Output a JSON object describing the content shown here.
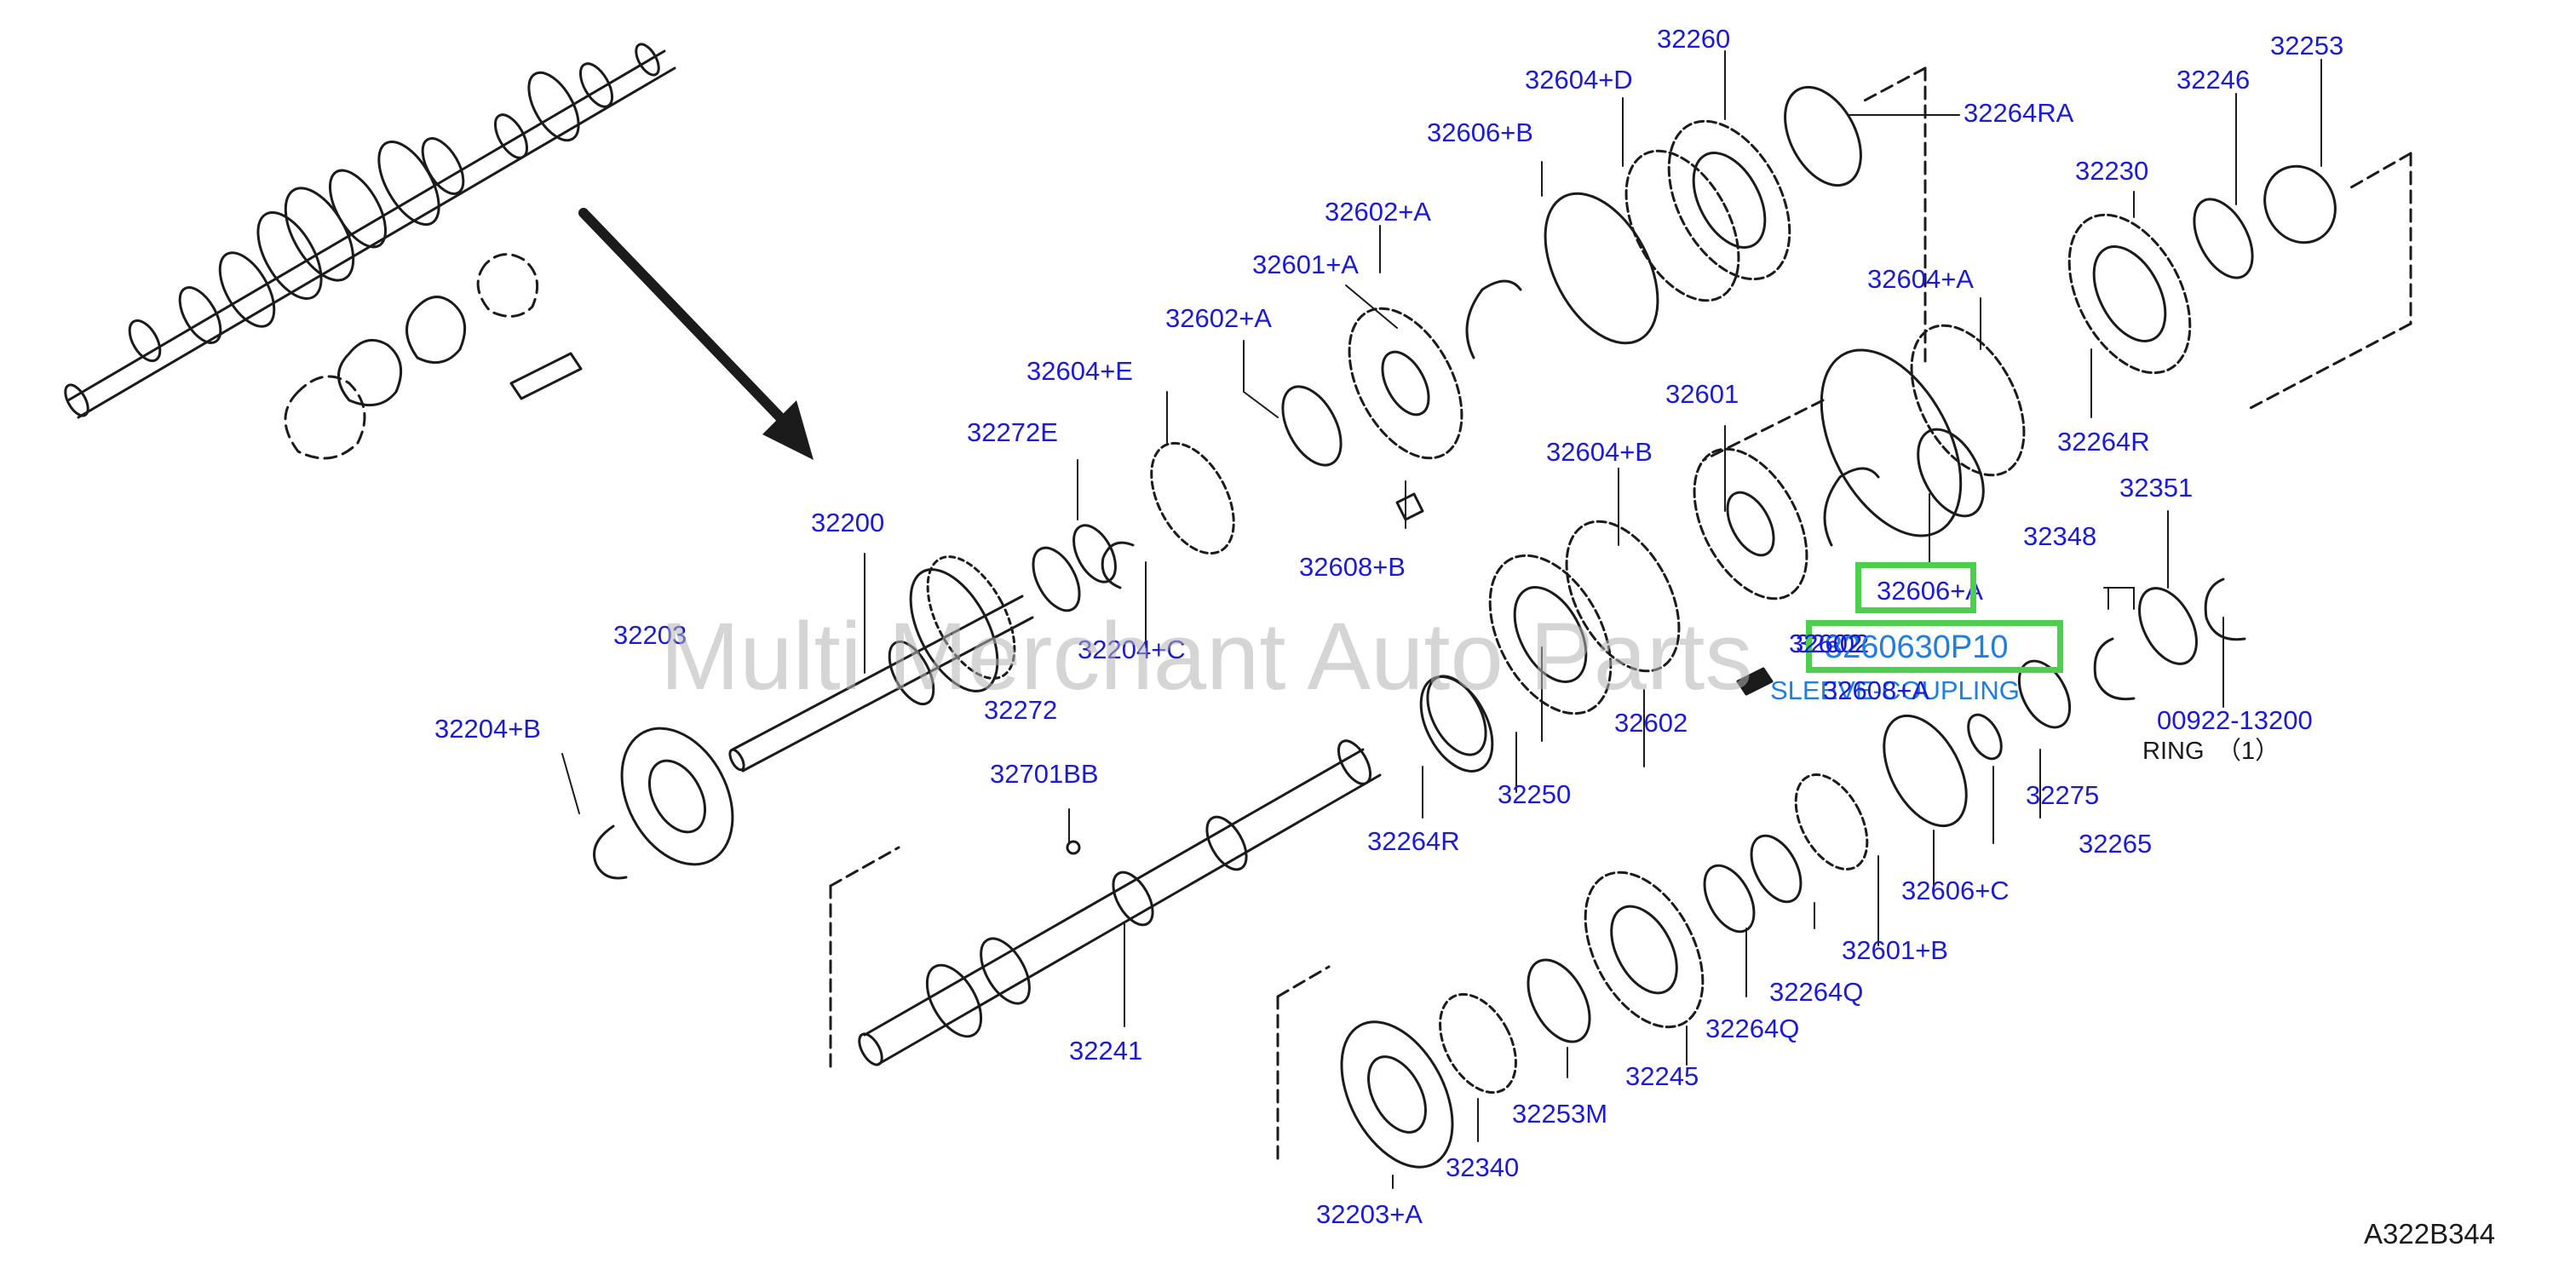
{
  "colors": {
    "label": "#1a1adb",
    "link": "#1f7fe0",
    "ink": "#1b1b1b",
    "highlight": "#4cd04c",
    "watermark": "#b3b3b3"
  },
  "watermark": "Multi Merchant Auto Parts",
  "diagram_code": "A322B344",
  "ring_note": "RING　（1）",
  "links": {
    "selected_part": "3260630P10",
    "sleeve_coupling": "SLEEVE-COUPLING",
    "overlap_code": "32602",
    "overlap_partial": "32608+A"
  },
  "parts": [
    "32260",
    "32604+D",
    "32606+B",
    "32264RA",
    "32246",
    "32253",
    "32602+A",
    "32601+A",
    "32602+A",
    "32604+E",
    "32272E",
    "32200",
    "32230",
    "32604+A",
    "32601",
    "32604+B",
    "32264R",
    "32351",
    "32348",
    "32606+A",
    "32608+B",
    "32204+C",
    "32203",
    "32272",
    "32204+B",
    "32602",
    "32602",
    "32275",
    "00922-13200",
    "32701BB",
    "32264R",
    "32250",
    "32265",
    "32606+C",
    "32601+B",
    "32264Q",
    "32264Q",
    "32245",
    "32241",
    "32253M",
    "32340",
    "32203+A"
  ]
}
